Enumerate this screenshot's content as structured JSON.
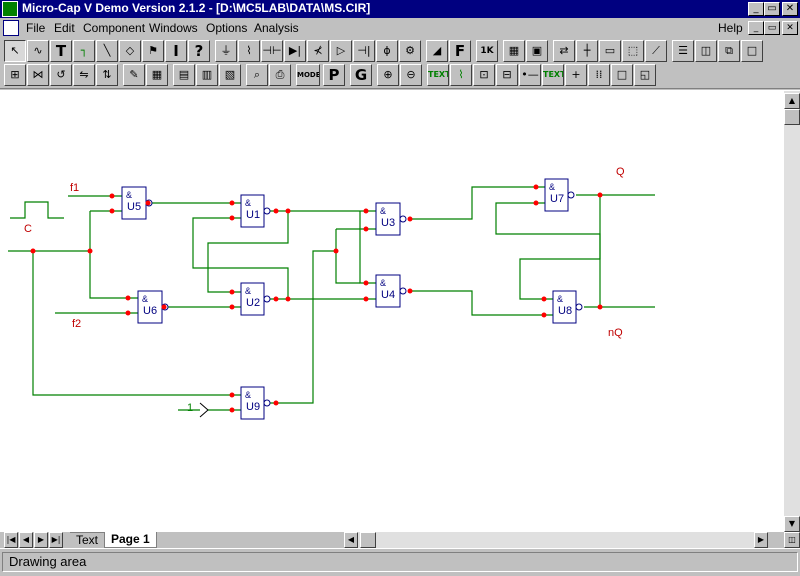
{
  "window": {
    "title": "Micro-Cap V Demo Version 2.1.2 - [D:\\MC5LAB\\DATA\\MS.CIR]"
  },
  "menu": {
    "items": [
      "File",
      "Edit",
      "Component",
      "Windows",
      "Options",
      "Analysis"
    ],
    "help": "Help"
  },
  "toolbar1": {
    "buttons": [
      "select-arrow",
      "wave-tool",
      "text-tool",
      "wire-tool",
      "diagonal-wire-tool",
      "component-tool",
      "flag-tool",
      "info-tool",
      "help-tool",
      "ground-symbol",
      "resistor-symbol",
      "capacitor-symbol",
      "diode-symbol",
      "transistor-symbol",
      "opamp-symbol",
      "battery-symbol",
      "source-symbol",
      "component-editor",
      "fill-tool",
      "font-tool",
      "value-tool",
      "calculator-tool",
      "monitor-tool",
      "rotate-tool",
      "mirror-tool",
      "keyboard-tool",
      "chip-tool",
      "probe-tool",
      "window-layout-1",
      "window-layout-2",
      "window-layout-3",
      "window-layout-4"
    ],
    "labels": {
      "text": "T",
      "info": "I",
      "help": "?",
      "font": "F",
      "value": "1K"
    }
  },
  "toolbar2": {
    "buttons": [
      "node-numbers",
      "pin-tool",
      "rotate-left",
      "flip-x",
      "flip-y",
      "attribute-tool",
      "calc-tool",
      "save-tool",
      "load-tool",
      "save-as-tool",
      "preview-tool",
      "print-tool",
      "model-tool",
      "property-tool",
      "grid-tool",
      "zoom-in-tool",
      "zoom-out-tool",
      "text-toggle",
      "node-voltage",
      "info-probe",
      "digital-probe",
      "pin-connect",
      "text-label",
      "cross-tool",
      "dot-grid",
      "border-tool",
      "title-block"
    ],
    "labels": {
      "model": "MODEL",
      "property": "P",
      "grid": "G",
      "text": "TEXT",
      "text2": "TEXT"
    }
  },
  "schematic": {
    "gates": [
      {
        "id": "U5",
        "symbol": "&"
      },
      {
        "id": "U1",
        "symbol": "&"
      },
      {
        "id": "U3",
        "symbol": "&"
      },
      {
        "id": "U7",
        "symbol": "&"
      },
      {
        "id": "U6",
        "symbol": "&"
      },
      {
        "id": "U2",
        "symbol": "&"
      },
      {
        "id": "U4",
        "symbol": "&"
      },
      {
        "id": "U8",
        "symbol": "&"
      },
      {
        "id": "U9",
        "symbol": "&"
      }
    ],
    "labels": {
      "f1": "f1",
      "f2": "f2",
      "c": "C",
      "q": "Q",
      "nq": "nQ",
      "one": "1"
    },
    "colors": {
      "wire": "#008000",
      "gate": "#000080",
      "node": "#ff0000",
      "label": "#c00000"
    }
  },
  "tabs": {
    "items": [
      "Text",
      "Page 1"
    ],
    "active": "Page 1"
  },
  "status": {
    "text": "Drawing area"
  }
}
